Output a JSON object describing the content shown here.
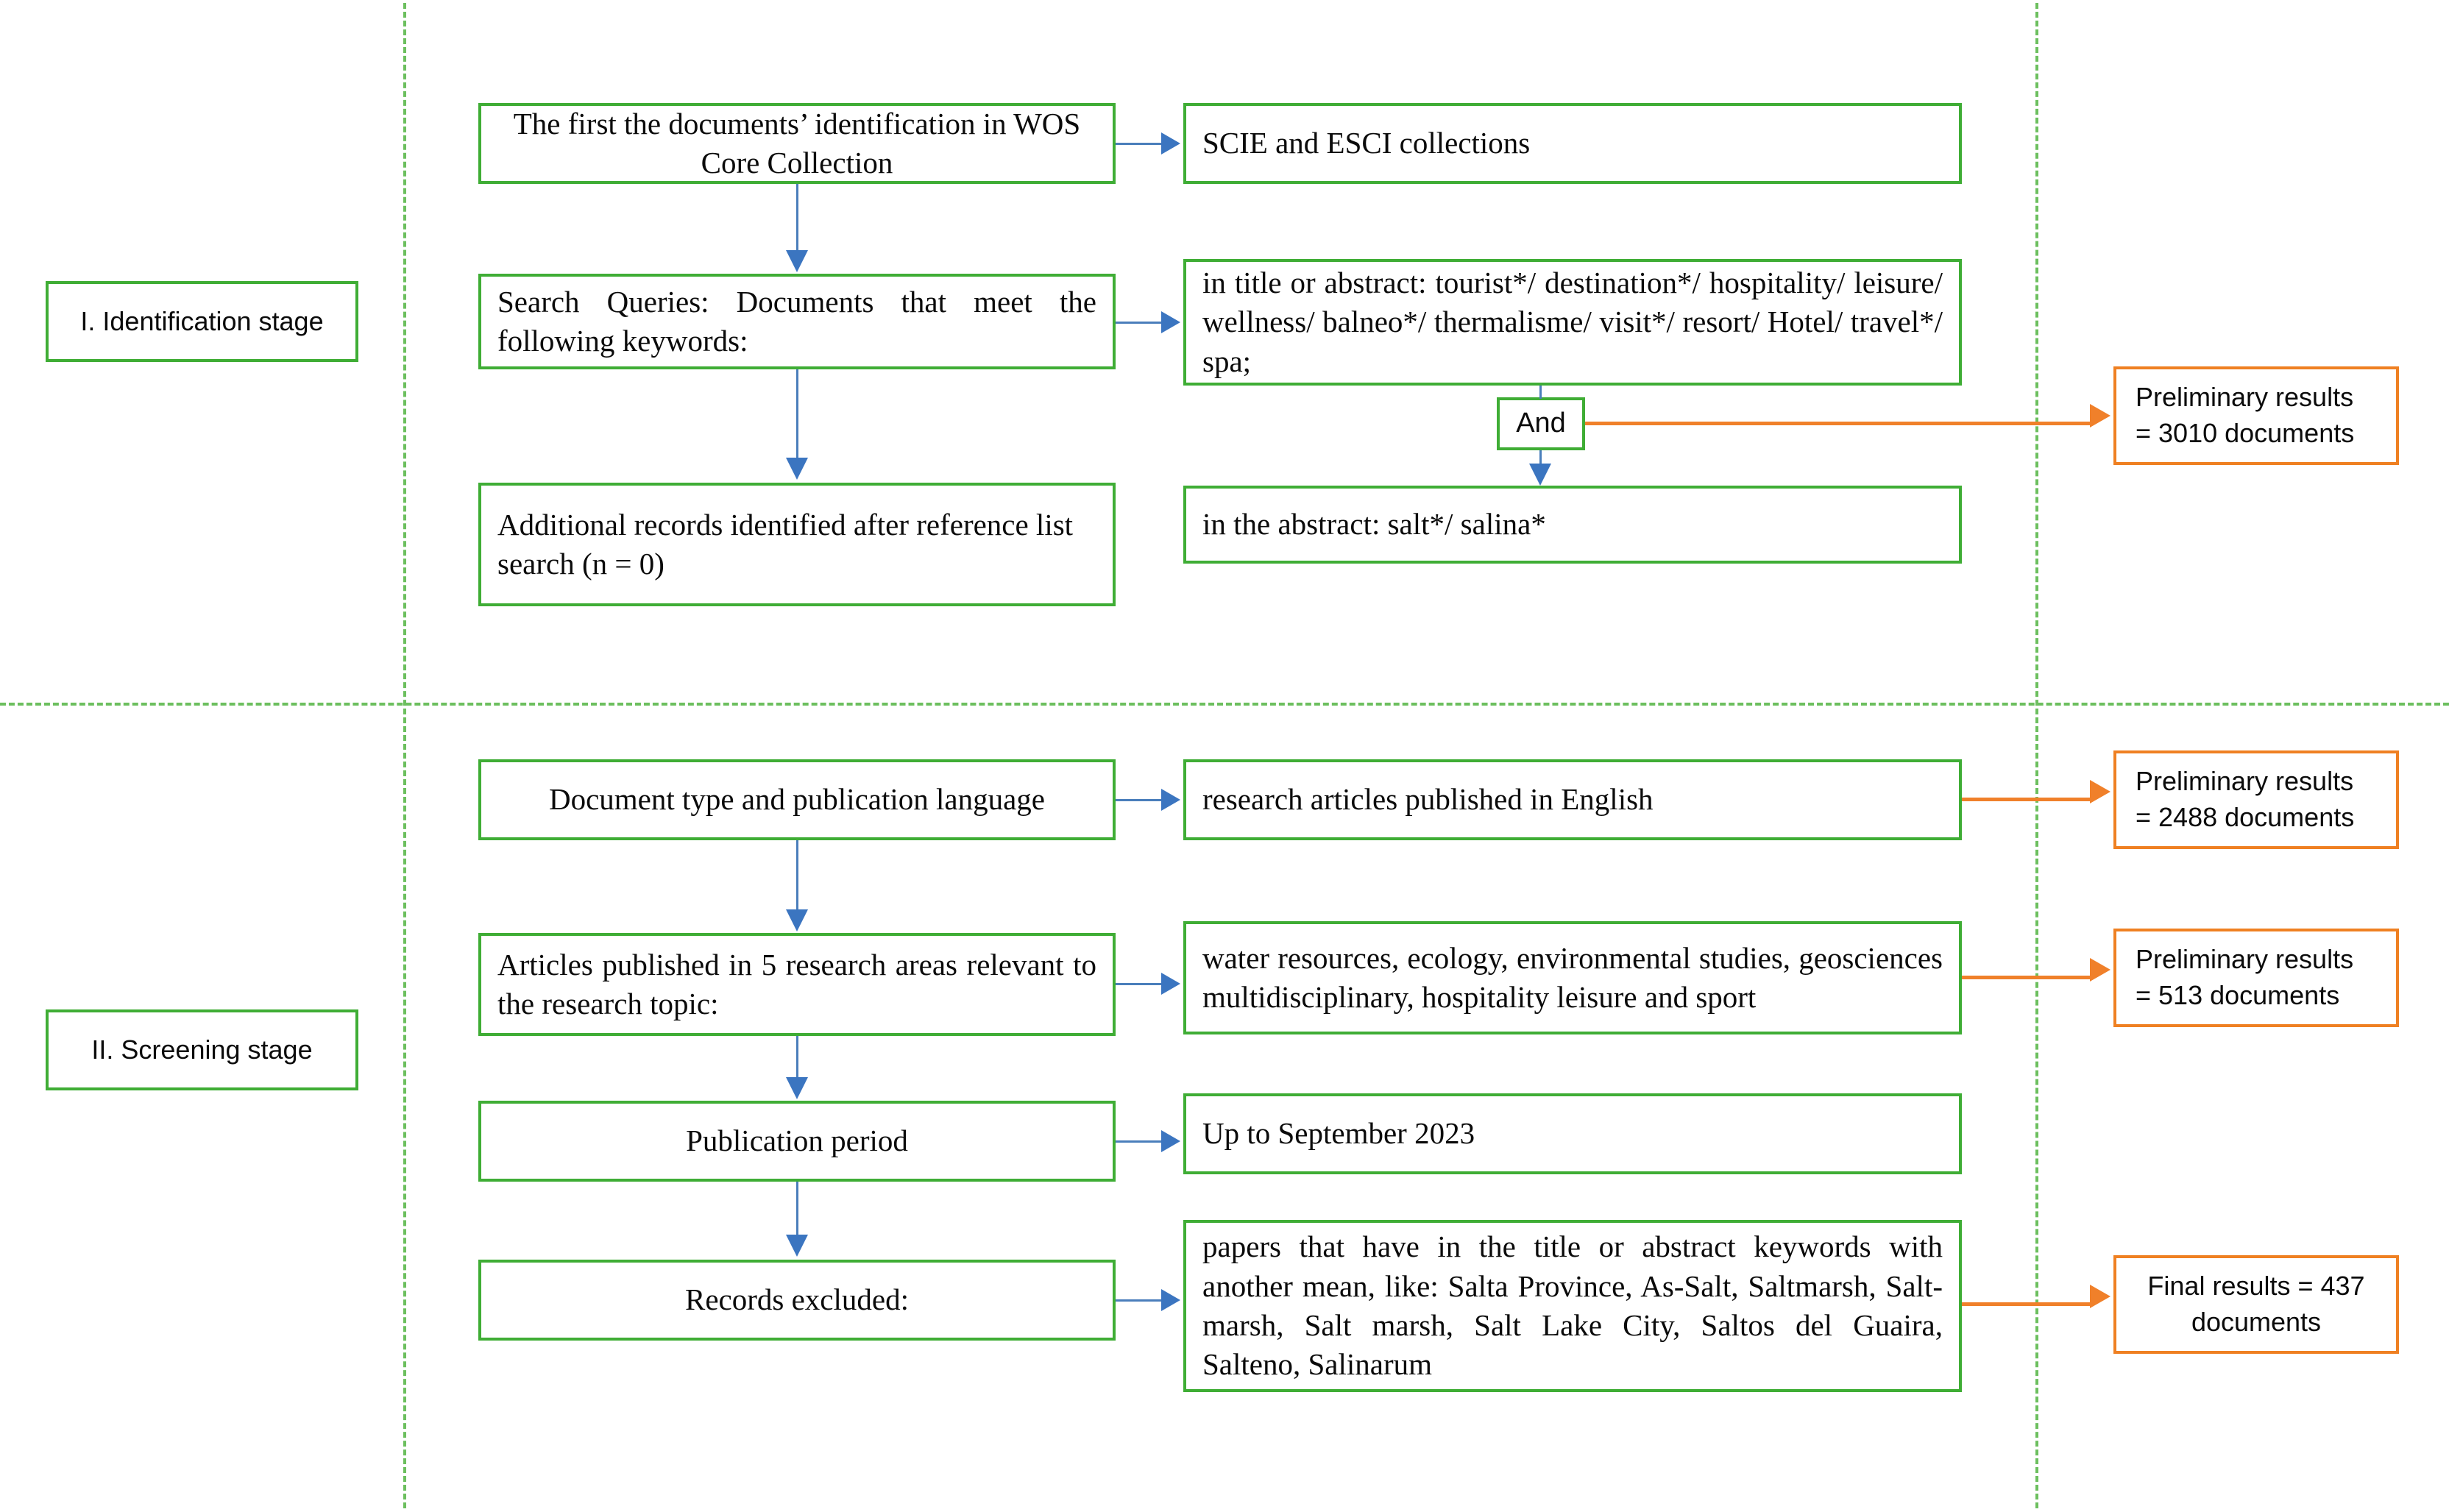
{
  "separators": {
    "left_divider": "vertical-dashed-left",
    "right_divider": "vertical-dashed-right",
    "stage_divider": "horizontal-dashed-middle"
  },
  "stages": [
    {
      "id": "identification",
      "label": "I. Identification stage"
    },
    {
      "id": "screening",
      "label": "II. Screening stage"
    }
  ],
  "identification": {
    "criteria": [
      {
        "id": "wos-core",
        "text": "The first the documents’ identification in WOS Core Collection"
      },
      {
        "id": "search-queries",
        "text": "Search Queries: Documents that meet the following keywords:"
      },
      {
        "id": "additional-records",
        "text": "Additional records identified after reference list search (n = 0)"
      }
    ],
    "details": [
      {
        "id": "collections",
        "text": "SCIE and ESCI collections"
      },
      {
        "id": "keywords-title-abstract",
        "text": "in title or abstract: tourist*/ destination*/ hospitality/ leisure/ wellness/ balneo*/ thermalisme/ visit*/ resort/ Hotel/ travel*/ spa;"
      },
      {
        "id": "keywords-abstract",
        "text": "in the abstract: salt*/ salina*"
      }
    ],
    "operator": {
      "id": "and-operator",
      "text": "And"
    },
    "result": {
      "id": "preliminary-3010",
      "line1": "Preliminary results",
      "line2": "=  3010 documents"
    }
  },
  "screening": {
    "rows": [
      {
        "id": "doc-type-language",
        "criterion": "Document type and publication language",
        "detail": "research articles published in English",
        "result": {
          "line1": "Preliminary results",
          "line2": "=  2488 documents"
        }
      },
      {
        "id": "research-areas",
        "criterion": "Articles published in 5 research areas relevant to the research topic:",
        "detail": "water resources, ecology, environmental studies, geosciences multidisciplinary, hospitality leisure and sport",
        "result": {
          "line1": "Preliminary results",
          "line2": "=  513 documents"
        }
      },
      {
        "id": "publication-period",
        "criterion": "Publication period",
        "detail": "Up to  September 2023",
        "result": null
      },
      {
        "id": "records-excluded",
        "criterion": "Records excluded:",
        "detail": "papers that have in the title or abstract keywords with another mean, like: Salta Province, As-Salt, Saltmarsh, Salt-marsh, Salt marsh, Salt Lake City, Saltos del Guaira, Salteno, Salinarum",
        "result": {
          "line1": "Final results =  437",
          "line2": "documents"
        }
      }
    ]
  },
  "colors": {
    "box_border_green": "#3fad35",
    "result_border_orange": "#ef8022",
    "connector_blue": "#3b75c0",
    "connector_orange": "#f0802a",
    "divider_green": "#6cbf5e"
  }
}
